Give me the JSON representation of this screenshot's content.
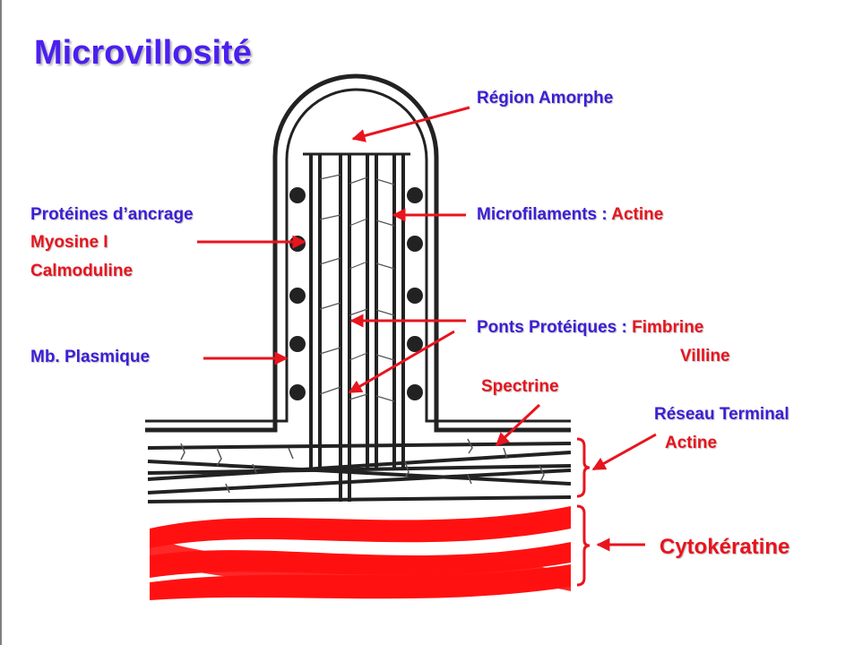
{
  "title": "Microvillosité",
  "labels": {
    "region_amorphe": "Région Amorphe",
    "proteines_ancrage": "Protéines d’ancrage",
    "myosine": "Myosine I",
    "calmoduline": "Calmoduline",
    "microfilaments_prefix": "Microfilaments : ",
    "microfilaments_actine": "Actine",
    "ponts_prefix": "Ponts Protéiques : ",
    "ponts_fimbrine": "Fimbrine",
    "ponts_villine": "Villine",
    "mb_plasmique": "Mb. Plasmique",
    "spectrine": "Spectrine",
    "reseau_terminal": "Réseau Terminal",
    "reseau_actine": "Actine",
    "cytokeratine": "Cytokératine"
  },
  "colors": {
    "title": "#4b1ff0",
    "label_blue": "#3b1fd6",
    "label_red": "#e8141e",
    "structure": "#222222",
    "cytokeratin": "#ff1111"
  }
}
